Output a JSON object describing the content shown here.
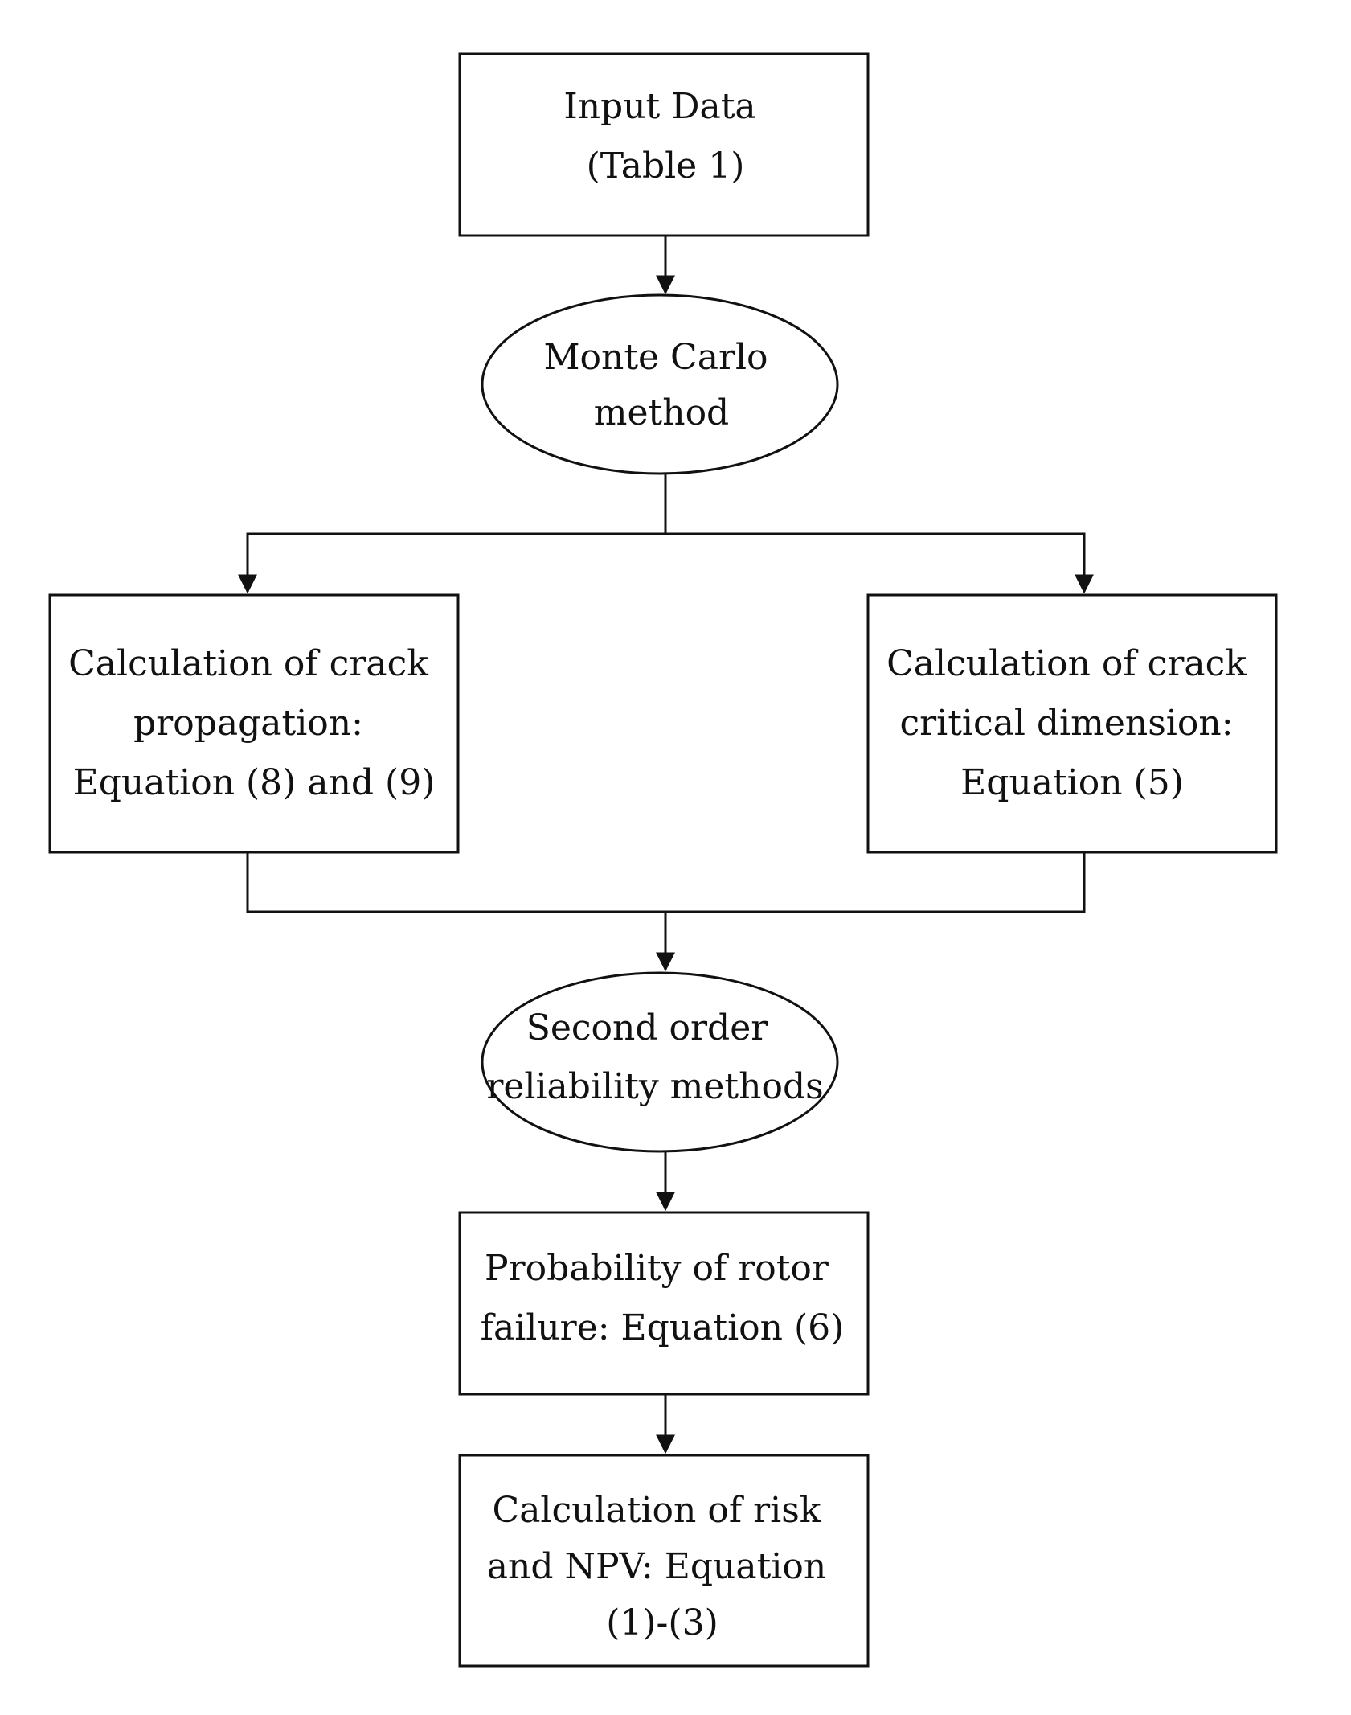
{
  "nodes": {
    "input_data": {
      "lines": [
        "Input Data",
        "(Table 1)"
      ]
    },
    "monte_carlo": {
      "lines": [
        "Monte Carlo",
        "method"
      ]
    },
    "crack_propagation": {
      "lines": [
        "Calculation of crack",
        "propagation:",
        "Equation (8) and (9)"
      ]
    },
    "crack_critical": {
      "lines": [
        "Calculation of crack",
        "critical dimension:",
        "Equation (5)"
      ]
    },
    "second_order": {
      "lines": [
        "Second order",
        "reliability methods"
      ]
    },
    "probability_failure": {
      "lines": [
        "Probability of rotor",
        "failure: Equation (6)"
      ]
    },
    "risk_npv": {
      "lines": [
        "Calculation of risk",
        "and NPV: Equation",
        "(1)-(3)"
      ]
    }
  },
  "colors": {
    "stroke": "#111111",
    "background": "#ffffff"
  }
}
